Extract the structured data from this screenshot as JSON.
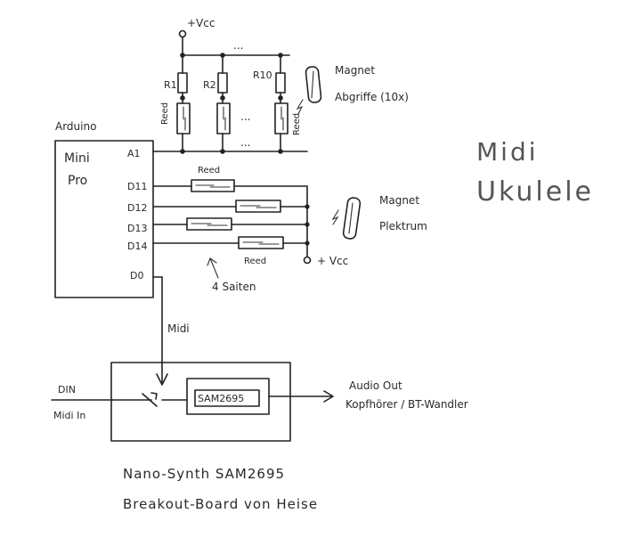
{
  "title": {
    "line1": "Midi",
    "line2": "Ukulele"
  },
  "power": {
    "vcc_top": "+Vcc",
    "vcc_right": "+ Vcc",
    "dots": "..."
  },
  "resistors": [
    "R1",
    "R2",
    "R10"
  ],
  "reed_contacts": [
    "Reed",
    "Reed"
  ],
  "magnet_pickups": {
    "line1": "Magnet",
    "line2": "Abgriffe (10x)"
  },
  "arduino": {
    "label": "Arduino",
    "line1": "Mini",
    "line2": "Pro"
  },
  "pins": [
    "A1",
    "D11",
    "D12",
    "D13",
    "D14",
    "D0"
  ],
  "strings": {
    "reed_top": "Reed",
    "reed_bottom": "Reed",
    "label": "4 Saiten"
  },
  "plectrum": {
    "line1": "Magnet",
    "line2": "Plektrum"
  },
  "midi_label": "Midi",
  "synth": {
    "chip": "SAM2695",
    "din": "DIN",
    "midi_in": "Midi In",
    "audio_out": "Audio Out",
    "outputs": "Kopfhörer / BT-Wandler",
    "caption_line1": "Nano-Synth SAM2695",
    "caption_line2": "Breakout-Board von Heise"
  }
}
